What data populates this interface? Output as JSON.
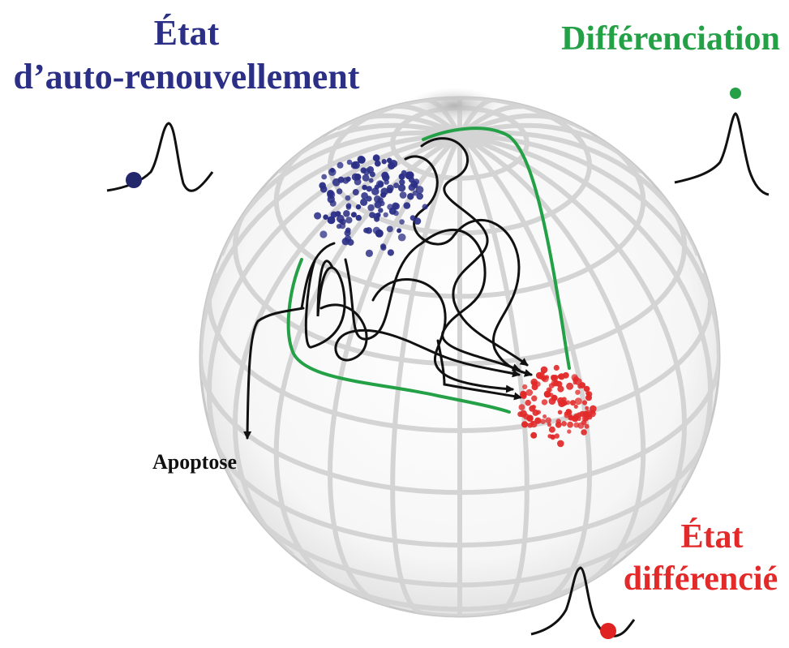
{
  "labels": {
    "self_renewal_line1": "État",
    "self_renewal_line2": "d’auto-renouvellement",
    "differentiation": "Différenciation",
    "differentiated_line1": "État",
    "differentiated_line2": "différencié",
    "apoptosis": "Apoptose"
  },
  "colors": {
    "self_renewal": "#2b2f86",
    "differentiation_path": "#24a047",
    "differentiated": "#e22a2a",
    "trajectories": "#111111",
    "sphere_grid": "#d4d4d4"
  }
}
